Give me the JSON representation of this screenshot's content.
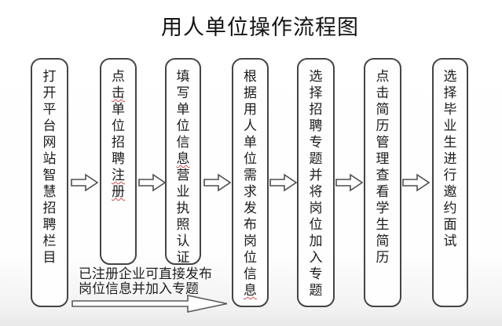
{
  "title": "用人单位操作流程图",
  "flow": {
    "steps": [
      {
        "id": 1,
        "label": "打开平台网站智慧招聘栏目",
        "squiggle_indices": []
      },
      {
        "id": 2,
        "label": "点击单位招聘注册",
        "squiggle_indices": [
          1,
          6,
          7
        ]
      },
      {
        "id": 3,
        "label": "填写单位信息营业执照认证",
        "squiggle_indices": [
          5
        ]
      },
      {
        "id": 4,
        "label": "根据用人单位需求发布岗位信息",
        "squiggle_indices": [
          13
        ]
      },
      {
        "id": 5,
        "label": "选择招聘专题并将岗位加入专题",
        "squiggle_indices": []
      },
      {
        "id": 6,
        "label": "点击简历管理查看学生简历",
        "squiggle_indices": []
      },
      {
        "id": 7,
        "label": "选择毕业生进行邀约面试",
        "squiggle_indices": []
      }
    ],
    "connector_icon": "right-block-arrow",
    "connector_count": 6
  },
  "annotation": {
    "lines": [
      "已注册企业可直接发布",
      "岗位信息并加入专题"
    ],
    "arrow_icon": "long-right-arrow"
  },
  "colors": {
    "background": "#fdfdfd",
    "box_border": "#454545",
    "text": "#1c1c1c",
    "spellcheck_underline": "#c94a4a"
  }
}
